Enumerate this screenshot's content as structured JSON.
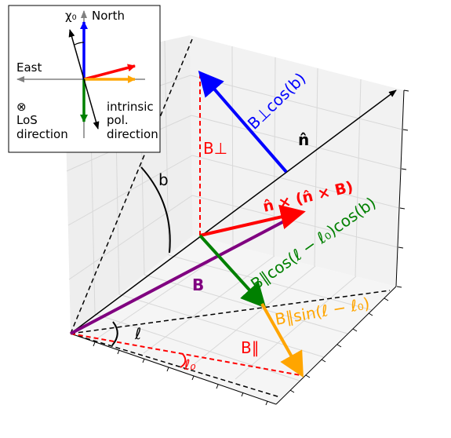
{
  "labels": {
    "b_perp_cos": "B⊥cos(b)",
    "b_perp": "B⊥",
    "n_hat": "n̂",
    "n_cross": "n̂ × (n̂ × B)",
    "b_par_cos": "B∥cos(ℓ − ℓ₀)cos(b)",
    "b_vec": "B",
    "b_par_sin": "B∥sin(ℓ − ℓ₀)",
    "b_par": "B∥",
    "angle_b": "b",
    "angle_l": "ℓ",
    "angle_l0": "ℓ₀"
  },
  "inset": {
    "chi0": "χ₀",
    "north": "North",
    "east": "East",
    "los_symbol": "⊗",
    "los_line1": "LoS",
    "los_line2": "direction",
    "intrinsic_line1": "intrinsic",
    "intrinsic_line2": "pol.",
    "intrinsic_line3": "direction"
  },
  "colors": {
    "blue": "#0000ff",
    "red": "#ff0000",
    "green": "#008000",
    "orange": "#ffa500",
    "purple": "#800080",
    "black": "#000000",
    "gray": "#808080"
  }
}
